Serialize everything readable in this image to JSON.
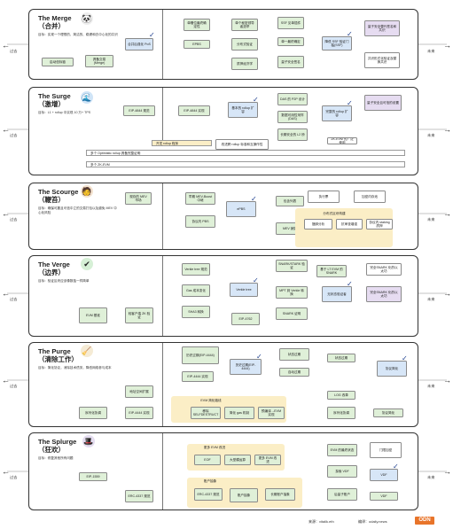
{
  "axis": {
    "past": "过去",
    "future": "未来"
  },
  "sections": {
    "merge": {
      "title": "The Merge",
      "subtitle": "（合并）",
      "goal": "目标：实现一个理想的、简洁的、稳健和去中心化的共识",
      "boxes": {
        "launch": "启动信标链",
        "merge_shipped": "具备交易(Merge)",
        "single_slot": "单槽位最终确定性",
        "secret_leader": "单个秘密领导者选举",
        "single_finality": "单一最终确定",
        "boxA": "合并后强化 PoS",
        "ssf": "SSF 见单插件",
        "distributed": "分布式验证",
        "quantum_sec": "量子安全签名",
        "epbs": "EPBS",
        "staking": "质押经济学",
        "orbit_ssf": "降低 SSF 验证门槛(SSF)",
        "quantum_sig": "量子安全替代签名和共识",
        "final_cons": "共识形式化验证及替换共识"
      }
    },
    "surge": {
      "title": "The Surge",
      "subtitle": "（激增）",
      "goal": "目标：L1 + rollup 中实现 10 万+ TPS",
      "boxes": {
        "eip4844": "EIP-4844 规范",
        "eip4844b": "EIP-4844 实现",
        "basic_rollup": "基本的 rollup 扩容",
        "das": "DAS 的 P2P 设计",
        "data_avail": "数据可用性采样(DAS)",
        "full_rollup": "完整的 rollup 扩容",
        "long_term": "长期安全的 L2 桥",
        "quantum": "量子安全且可信的设置",
        "improve": "改进跨 rollup 标准和互操作性",
        "zk_evm": "ZK-EVM 的广泛使用"
      },
      "bands": {
        "b1": "多个 Optimistic rollup 具备完整证明",
        "b2": "多个 ZK-EVM",
        "b3": "开发 rollup 程序"
      }
    },
    "scourge": {
      "title": "The Scourge",
      "subtitle": "（鞭笞）",
      "goal": "目标：确保可靠且可信中立的交易打包以及避免 MEV 中心化风险",
      "boxes": {
        "mev_market": "现存的 MEV 市场",
        "early": "早期 MEV-Boost 中继",
        "pbs": "协议内 PBS",
        "epbs": "ePBS",
        "mev_burn": "MEV 销毁",
        "inclusion": "包含列表",
        "cr": "抗审查增强",
        "orderflow": "分布式区块构建",
        "gas": "执行票",
        "enc": "加密内存池",
        "bundle": "捆绑分析",
        "eth_vote": "协议内 staking 质押"
      }
    },
    "verge": {
      "title": "The Verge",
      "subtitle": "（边界）",
      "goal": "目标：验证区块应该像数独一样简单",
      "boxes": {
        "verkle": "Verkle tree 规范",
        "snark": "SNARK/STARK 验证",
        "verkle_tree": "Verkle tree",
        "gas": "Gas 成本变化",
        "eip": "EIP-4762",
        "sha": "SHA3 转换",
        "snark_e": "SNARK 证明",
        "light": "轻客户端 ZK 验证",
        "stateless": "无状态验证者",
        "fully": "完全SNARK 化的以太坊",
        "l1": "基于 LT EVM 的 SNARK",
        "mpt": "MPT 到 Verkle 转换",
        "evm": "EVM 基准"
      }
    },
    "purge": {
      "title": "The Purge",
      "subtitle": "（清除工作）",
      "goal": "目标：简化协议，消除技术债务，降低网络参与成本",
      "boxes": {
        "history": "历史过期(EIP-4444)",
        "state": "状态过期",
        "expire": "自动过期",
        "log": "LOG 改革",
        "self": "移除 SELFDESTRUCT",
        "gas_m": "简化 gas 机制",
        "precomp": "预编译→EVM 实现",
        "eip4444": "EIP-4444 实现",
        "dash_box": "EVM 简化路线",
        "address": "地址空间扩展",
        "serial": "序列化协调",
        "simplify": "协议简化"
      }
    },
    "splurge": {
      "title": "The Splurge",
      "subtitle": "（狂欢）",
      "goal": "目标：修复其他所有问题",
      "boxes": {
        "eip1559": "EIP-1559",
        "erc4337": "ERC-4337 规范",
        "aa": "账户抽象",
        "eof": "EOF",
        "bigint": "大型模运算",
        "eip7702": "更多 EVM 改进",
        "vdf": "VDF",
        "mpc": "后量子账户",
        "long_t": "长期账户抽象",
        "endgame": "EVM 的最终状态",
        "explore": "探索 VDF",
        "threshold": "门限加密"
      }
    }
  },
  "footer": {
    "left": "来源：vitalik.eth",
    "right": "编译：odaily.news",
    "logo": "ODN"
  }
}
